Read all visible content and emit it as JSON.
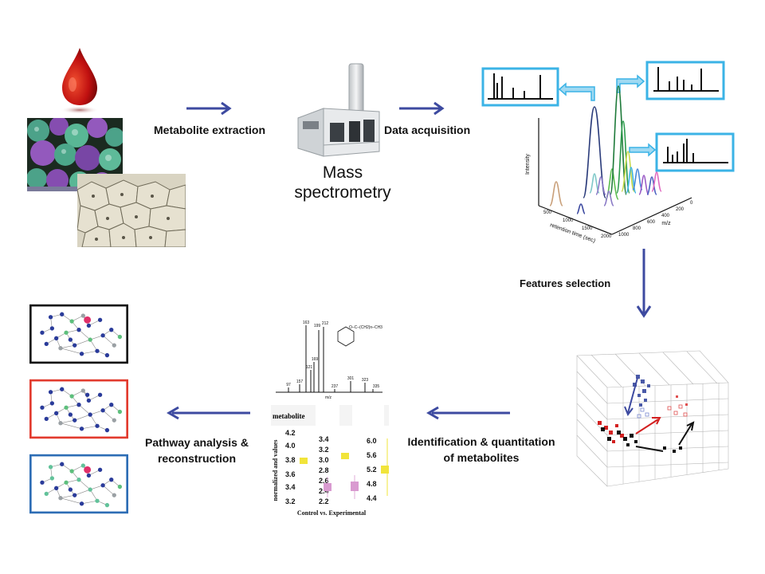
{
  "steps": {
    "metabolite_extraction": "Metabolite extraction",
    "mass_spectrometry_line1": "Mass",
    "mass_spectrometry_line2": "spectrometry",
    "data_acquisition": "Data acquisition",
    "features_selection": "Features selection",
    "identification_line1": "Identification & quantitation",
    "identification_line2": "of metabolites",
    "pathway_line1": "Pathway analysis &",
    "pathway_line2": "reconstruction"
  },
  "chromatogram": {
    "y_label": "Intensity",
    "x_label": "retention time (sec)",
    "z_label": "m/z",
    "x_ticks": [
      "500",
      "1000",
      "1500",
      "2000"
    ],
    "z_ticks": [
      "1000",
      "800",
      "600",
      "400",
      "200",
      "0"
    ]
  },
  "msms": {
    "peak_labels": [
      "163",
      "199",
      "212",
      "121",
      "169",
      "157",
      "97",
      "237",
      "301",
      "323",
      "335"
    ],
    "x_label": "m/z",
    "structure_label": "O–C–(CH2)n–CH3"
  },
  "boxplots": {
    "header": "metabolite",
    "y_label": "normalized and values",
    "x_label": "Control vs. Experimental",
    "ticks_left": [
      "4.2",
      "4.0",
      "3.8",
      "3.6",
      "3.4",
      "3.2"
    ],
    "ticks_mid": [
      "3.4",
      "3.2",
      "3.0",
      "2.8",
      "2.6",
      "2.4",
      "2.2"
    ],
    "ticks_right": [
      "6.0",
      "5.6",
      "5.2",
      "4.8",
      "4.4"
    ]
  },
  "colors": {
    "arrow": "#3d4aa0",
    "spectrum_box": "#3bb3e6",
    "network_box_1": "#111111",
    "network_box_2": "#e23b2e",
    "network_box_3": "#2d6db5"
  }
}
